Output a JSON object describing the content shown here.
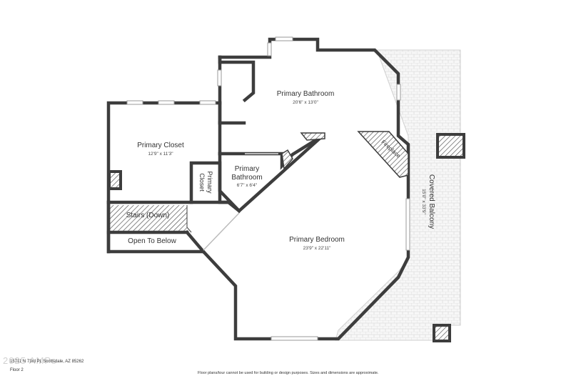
{
  "rooms": {
    "primary_bathroom": {
      "name": "Primary Bathroom",
      "dims": "20'6\" x 13'0\""
    },
    "primary_closet": {
      "name": "Primary Closet",
      "dims": "12'9\" x 11'3\""
    },
    "small_closet": {
      "line1": "Primary",
      "line2": "Closet"
    },
    "small_bathroom": {
      "line1": "Primary",
      "line2": "Bathroom",
      "dims": "6'7\" x 6'4\""
    },
    "primary_bedroom": {
      "name": "Primary Bedroom",
      "dims": "23'9\" x 22'11\""
    },
    "covered_balcony": {
      "name": "Covered Balcony",
      "dims": "15'0\" x 33'9\""
    },
    "fireplace": {
      "name": "Fireplace"
    },
    "stairs": {
      "name": "Stairs (Down)"
    },
    "open_below": {
      "name": "Open To Below"
    }
  },
  "footer": {
    "address": "15711 N 73rd Pl, Scottsdale, AZ 85262",
    "watermark": "2025 AMPs",
    "floor": "Floor 2",
    "disclaimer": "Floor plans/tour cannot be used for building or design purposes. Sizes and dimensions are approximate."
  }
}
